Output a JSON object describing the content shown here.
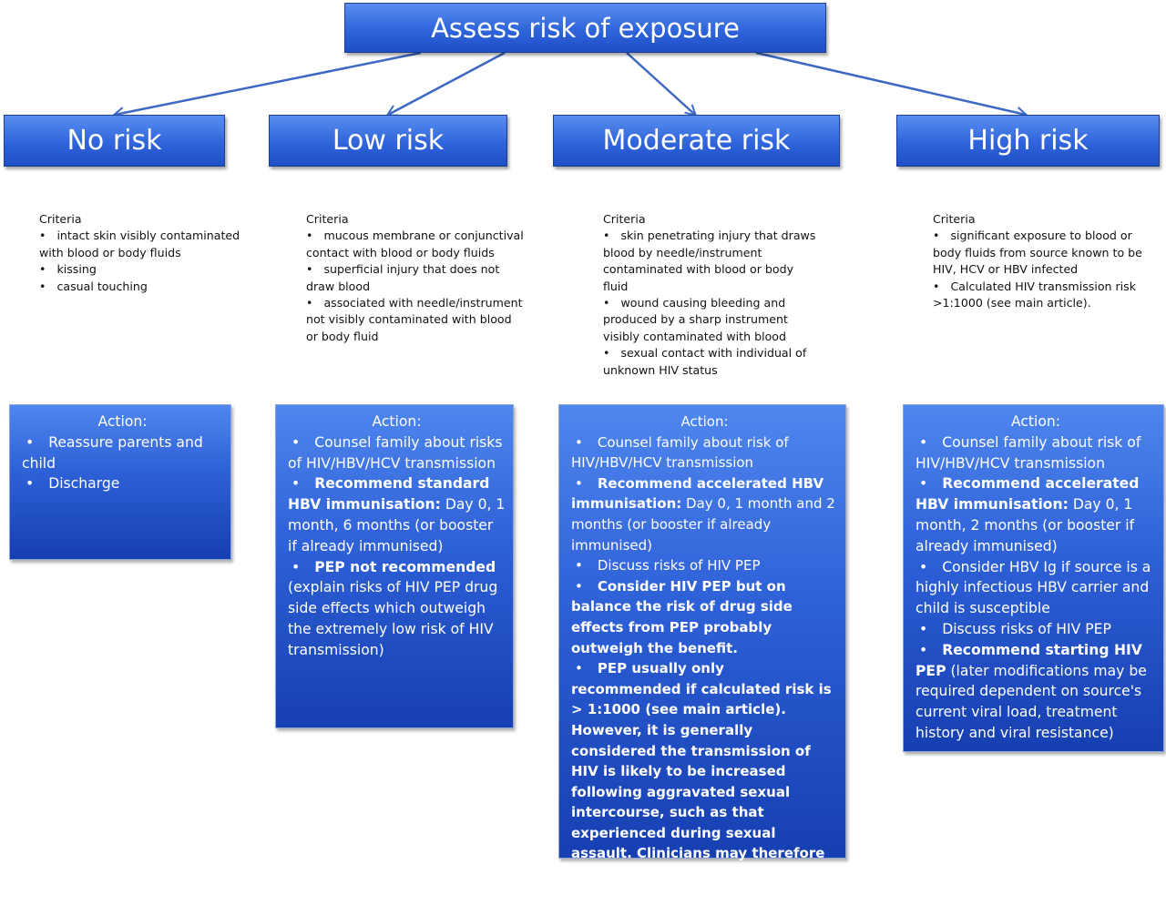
{
  "top": {
    "title": "Assess risk of exposure"
  },
  "colors": {
    "box_fill": "#2f64db",
    "box_border": "#1d3f94",
    "arrow": "#3d68c4"
  },
  "columns": [
    {
      "id": "no",
      "title": "No risk",
      "criteria_label": "Criteria",
      "criteria": [
        "intact skin visibly contaminated with blood or body fluids",
        "kissing",
        "casual touching"
      ],
      "action_title": "Action:",
      "actions": [
        {
          "bold": "",
          "text": "Reassure parents and child"
        },
        {
          "bold": "",
          "text": "Discharge"
        }
      ]
    },
    {
      "id": "low",
      "title": "Low risk",
      "criteria_label": "Criteria",
      "criteria": [
        "mucous membrane or conjunctival contact with blood or body fluids",
        "superficial injury that does not draw blood",
        "associated with needle/instrument not visibly contaminated with blood or body fluid"
      ],
      "action_title": "Action:",
      "actions": [
        {
          "bold": "",
          "text": "Counsel family about risks of HIV/HBV/HCV transmission"
        },
        {
          "bold": "Recommend standard HBV immunisation:",
          "text": " Day 0, 1 month, 6 months (or booster if already immunised)"
        },
        {
          "bold": "PEP not recommended",
          "text": " (explain risks of HIV PEP drug side effects which outweigh the extremely low risk of HIV transmission)"
        }
      ]
    },
    {
      "id": "moderate",
      "title": "Moderate risk",
      "criteria_label": "Criteria",
      "criteria": [
        "skin penetrating injury that draws blood by needle/instrument contaminated with blood or body fluid",
        "wound causing bleeding and produced by a sharp instrument visibly contaminated with blood",
        "sexual contact with individual of unknown HIV status"
      ],
      "action_title": "Action:",
      "actions": [
        {
          "bold": "",
          "text": "Counsel family about risk of HIV/HBV/HCV transmission"
        },
        {
          "bold": "Recommend accelerated HBV immunisation:",
          "text": " Day 0, 1 month and 2 months (or booster if already immunised)"
        },
        {
          "bold": "",
          "text": "Discuss risks of HIV PEP"
        },
        {
          "bold": "Consider HIV PEP but on balance the risk of drug side effects from PEP probably outweigh the benefit.",
          "text": ""
        },
        {
          "bold": "PEP usually only recommended if calculated risk is > 1:1000 (see main article). However, it is generally considered the transmission of HIV is likely to be increased following aggravated sexual intercourse, such as that experienced during sexual assault. Clinicians may therefore consider recommending PEP more readily in such situations.",
          "text": ""
        }
      ]
    },
    {
      "id": "high",
      "title": "High risk",
      "criteria_label": "Criteria",
      "criteria": [
        "significant exposure to blood or body fluids from source known to be HIV, HCV or HBV infected",
        "Calculated HIV transmission risk >1:1000 (see main article)."
      ],
      "action_title": "Action:",
      "actions": [
        {
          "bold": "",
          "text": "Counsel family about risk of HIV/HBV/HCV transmission"
        },
        {
          "bold": "Recommend accelerated HBV immunisation:",
          "text": " Day 0, 1 month, 2 months (or booster if already immunised)"
        },
        {
          "bold": "",
          "text": "Consider HBV Ig if source is a highly infectious HBV carrier and child is susceptible"
        },
        {
          "bold": "",
          "text": "Discuss risks of HIV PEP"
        },
        {
          "bold": "Recommend starting HIV PEP",
          "text": " (later modifications may be required dependent on source's current viral load, treatment history and viral resistance)"
        }
      ]
    }
  ]
}
